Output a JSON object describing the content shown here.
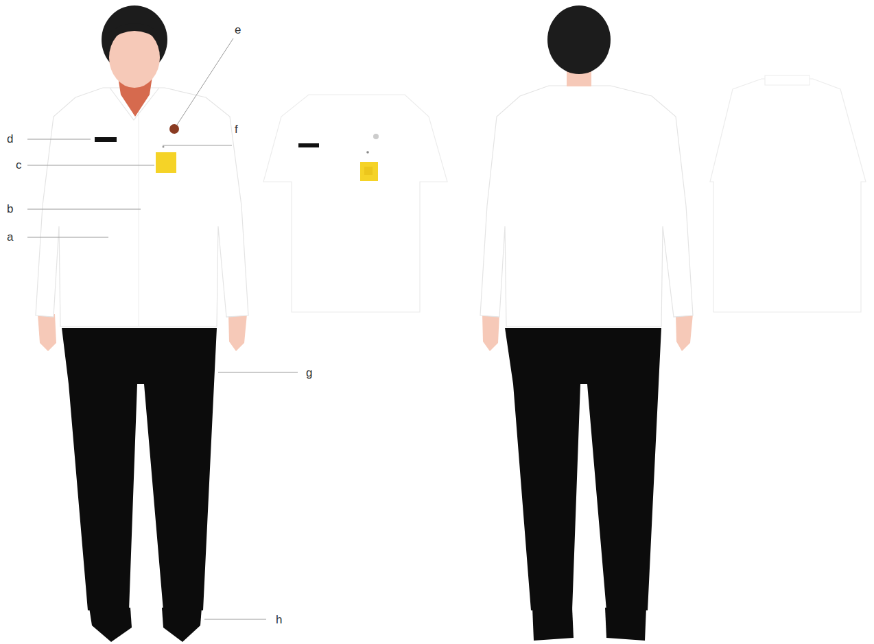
{
  "diagram": {
    "labels": [
      "e",
      "d",
      "f",
      "c",
      "b",
      "a",
      "g",
      "h"
    ]
  }
}
